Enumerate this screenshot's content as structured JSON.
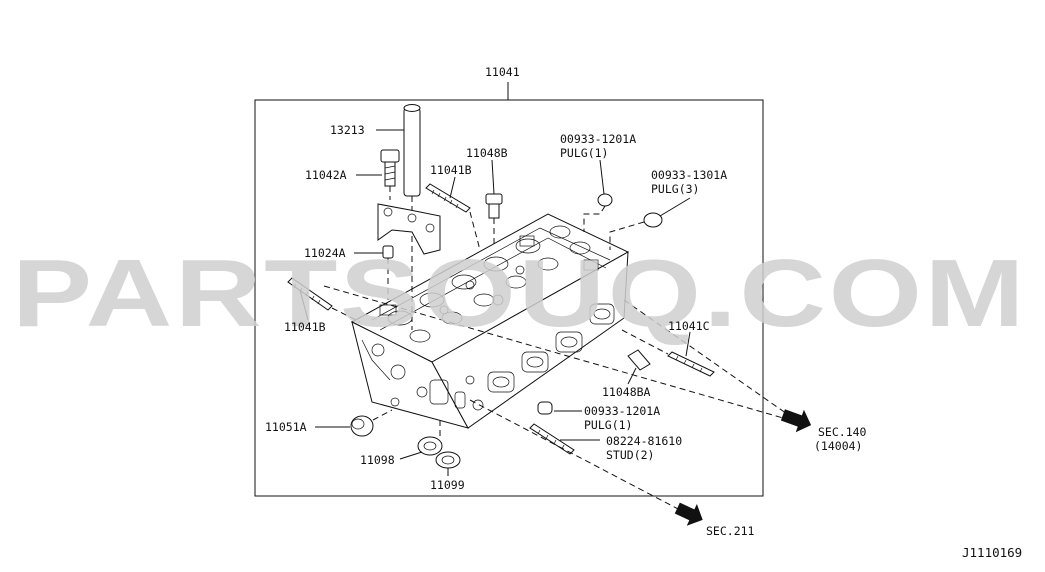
{
  "assembly_number": "11041",
  "diagram_code": "J1110169",
  "watermark": "PARTSOUQ.COM",
  "parts": [
    {
      "id": "13213",
      "text": "13213"
    },
    {
      "id": "11042A",
      "text": "11042A"
    },
    {
      "id": "11041B-top",
      "text": "11041B"
    },
    {
      "id": "11048B",
      "text": "11048B"
    },
    {
      "id": "00933-1201A-top",
      "text": "00933-1201A",
      "sub": "PULG(1)"
    },
    {
      "id": "00933-1301A",
      "text": "00933-1301A",
      "sub": "PULG(3)"
    },
    {
      "id": "11024A",
      "text": "11024A"
    },
    {
      "id": "11041B-left",
      "text": "11041B"
    },
    {
      "id": "11041C",
      "text": "11041C"
    },
    {
      "id": "11048BA",
      "text": "11048BA"
    },
    {
      "id": "00933-1201A-bottom",
      "text": "00933-1201A",
      "sub": "PULG(1)"
    },
    {
      "id": "11051A",
      "text": "11051A"
    },
    {
      "id": "08224-81610",
      "text": "08224-81610",
      "sub": "STUD(2)"
    },
    {
      "id": "11098",
      "text": "11098"
    },
    {
      "id": "11099",
      "text": "11099"
    }
  ],
  "section_refs": [
    {
      "id": "sec140",
      "text": "SEC.140",
      "sub": "(14004)"
    },
    {
      "id": "sec211",
      "text": "SEC.211"
    }
  ]
}
